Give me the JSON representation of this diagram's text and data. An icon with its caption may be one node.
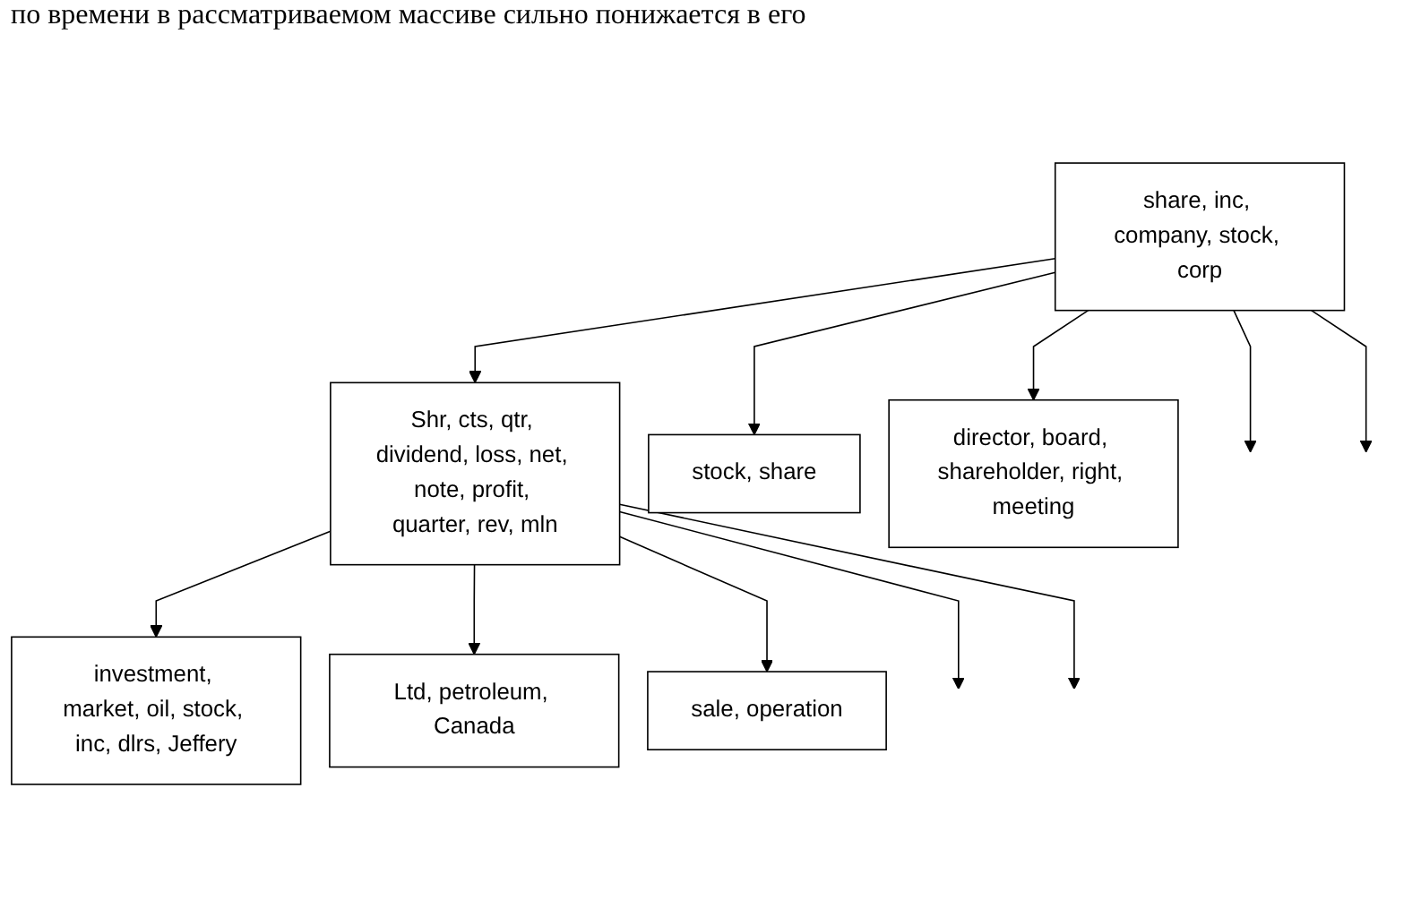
{
  "diagram": {
    "nodes": [
      {
        "text": [
          "share, inc, company, stock, corp"
        ]
      },
      {
        "text": [
          "Shr, cts, qtr, dividend, loss, net, note, profit, quarter, rev, mln"
        ]
      },
      {
        "text": [
          "stock, share"
        ]
      },
      {
        "text": [
          "director, board, shareholder, right, meeting"
        ]
      },
      {
        "text": [
          "investment, market, oil, stock, inc, dlrs, Jeffery"
        ]
      },
      {
        "text": [
          "Ltd, petroleum, Canada"
        ]
      },
      {
        "text": [
          "sale, operation"
        ]
      }
    ],
    "edges": [
      {
        "from": 0,
        "to": 1,
        "arrow": "to"
      },
      {
        "from": 0,
        "to": 2,
        "arrow": "to"
      },
      {
        "from": 0,
        "to": 3,
        "arrow": "to"
      },
      {
        "from": 0,
        "to": null,
        "arrow": "to"
      },
      {
        "from": 0,
        "to": null,
        "arrow": "to"
      },
      {
        "from": 1,
        "to": 4,
        "arrow": "to"
      },
      {
        "from": 1,
        "to": 5,
        "arrow": "to"
      },
      {
        "from": 1,
        "to": 6,
        "arrow": "to"
      },
      {
        "from": 1,
        "to": null,
        "arrow": "to"
      },
      {
        "from": 1,
        "to": null,
        "arrow": "to"
      }
    ],
    "labels": [
      "по времени в рассматриваемом массиве сильно понижается в его"
    ]
  }
}
